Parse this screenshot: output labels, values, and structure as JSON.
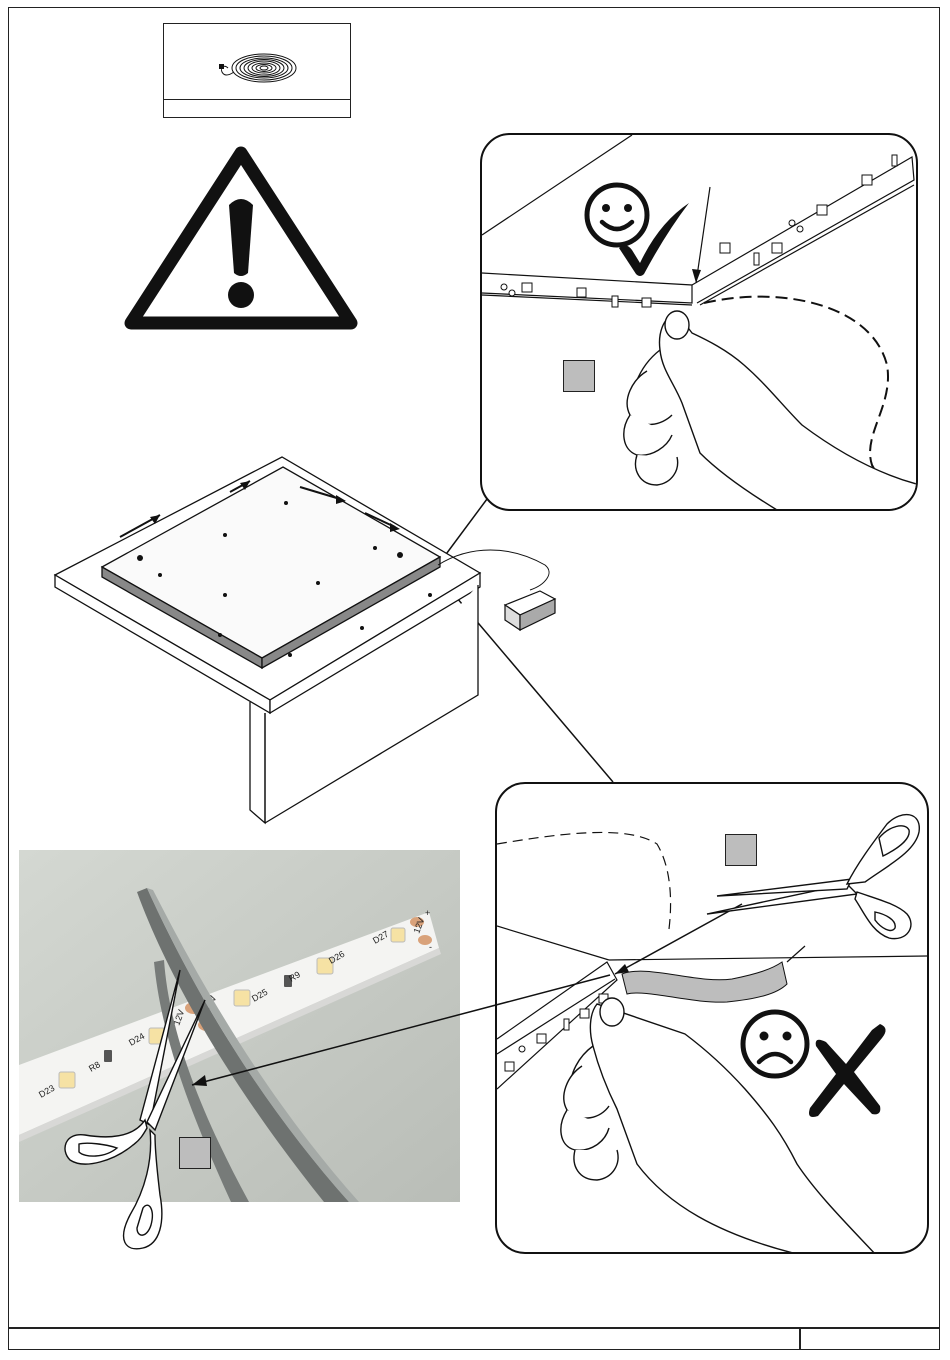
{
  "parts": {
    "icon": "led-strip-coil-icon"
  },
  "warning": {
    "icon": "warning-triangle-icon"
  },
  "detail_top": {
    "face_icon": "smiley-face-icon",
    "mark_icon": "checkmark-icon"
  },
  "detail_bottom": {
    "face_icon": "sad-face-icon",
    "mark_icon": "cross-mark-icon",
    "tool_icon": "scissors-icon"
  },
  "photo": {
    "led_labels": [
      "D23",
      "R8",
      "D24",
      "12V",
      "12V",
      "D25",
      "R9",
      "D26",
      "D27",
      "12V"
    ],
    "strip_signs": [
      "+",
      "-"
    ],
    "colors": {
      "background": "#c9cdc8",
      "strip": "#f4f4f2",
      "pad": "#d9a27a",
      "led": "#f6e2a4",
      "blade": "#6e7270"
    }
  },
  "colors": {
    "step_box": "#bdbdbd",
    "line": "#111111"
  }
}
